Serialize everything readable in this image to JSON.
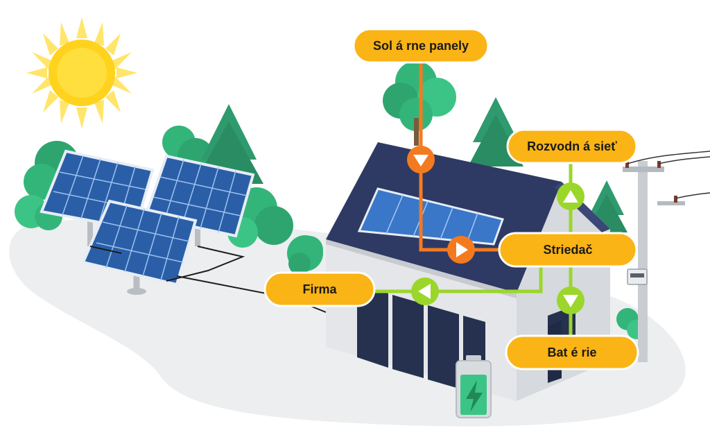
{
  "labels": {
    "solar_panels": "Sol á rne panely",
    "grid": "Rozvodn á  sieť",
    "inverter": "Striedač",
    "company": "Firma",
    "batteries": "Bat é rie"
  },
  "colors": {
    "label_fill": "#fbb415",
    "label_stroke": "#ffffff",
    "solar_flow": "#f47a20",
    "ac_flow": "#9bd62a",
    "roof": "#2e3a63",
    "panel": "#3a77c8",
    "tree": "#33b57a",
    "pine": "#2f9a6e",
    "sun": "#ffd21e",
    "wall": "#e4e6e9"
  },
  "icons": [
    "sun-icon",
    "battery-icon",
    "lightning-bolt-icon",
    "arrow-down-icon",
    "arrow-right-icon",
    "arrow-left-icon",
    "arrow-up-icon",
    "utility-pole-icon",
    "electric-meter-icon"
  ]
}
